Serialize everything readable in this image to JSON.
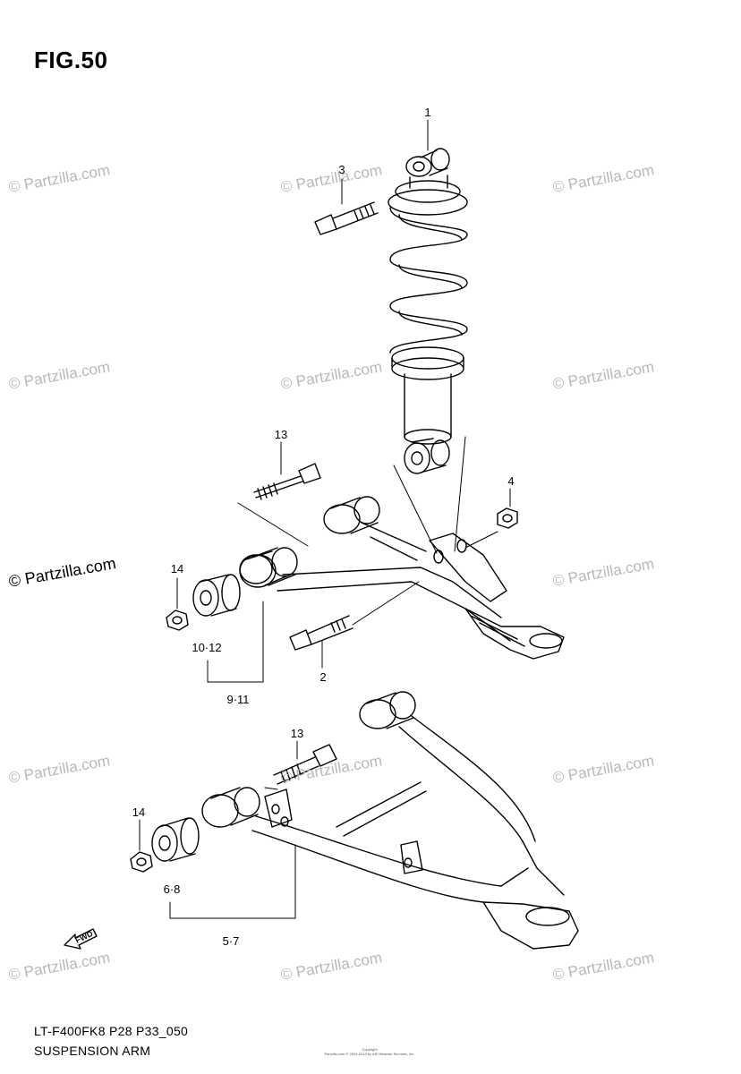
{
  "figure": {
    "title": "FIG.50",
    "code": "LT-F400FK8 P28 P33_050",
    "name": "SUSPENSION ARM"
  },
  "watermark": {
    "text": "© Partzilla.com"
  },
  "callouts": {
    "c1": "1",
    "c3": "3",
    "c13a": "13",
    "c4": "4",
    "c14a": "14",
    "c10_12": "10·12",
    "c2": "2",
    "c9_11": "9·11",
    "c13b": "13",
    "c14b": "14",
    "c6_8": "6·8",
    "c5_7": "5·7"
  },
  "fwd_label": "FWD",
  "copyright": {
    "line1": "Copyright",
    "line2": "Partzilla.com © 2004-2019 by ARI Network Services, Inc."
  }
}
